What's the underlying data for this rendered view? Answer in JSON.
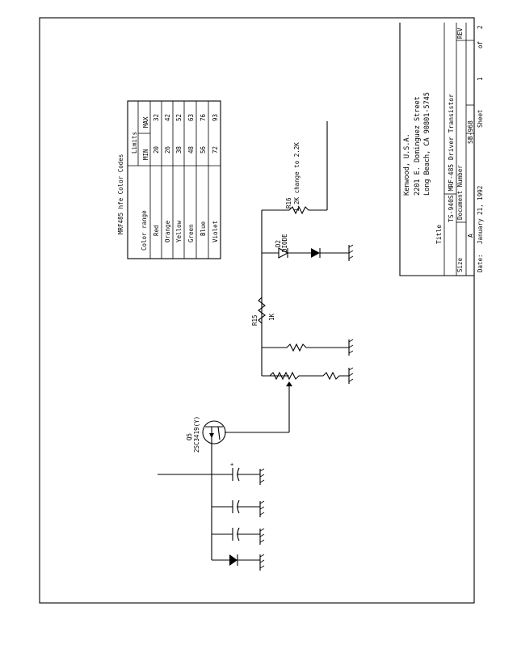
{
  "schematic": {
    "transistor": {
      "ref": "Q5",
      "part": "2SC3419(Y)"
    },
    "resistor_r15_lower": {
      "ref": "R15",
      "value": "1K"
    },
    "resistor_r16": {
      "ref": "R16",
      "note": "1.2K change to 2.2K"
    },
    "diode": {
      "ref": "D2",
      "part": "DIODE"
    }
  },
  "color_table": {
    "title": "MRF485 hfe Color Codes",
    "header_color": "Color range",
    "header_limits": "Limits",
    "header_min": "MIN",
    "header_max": "MAX",
    "rows": [
      {
        "color": "Red",
        "min": "20",
        "max": "32"
      },
      {
        "color": "Orange",
        "min": "26",
        "max": "42"
      },
      {
        "color": "Yellow",
        "min": "38",
        "max": "52"
      },
      {
        "color": "Green",
        "min": "48",
        "max": "63"
      },
      {
        "color": "Blue",
        "min": "56",
        "max": "76"
      },
      {
        "color": "Violet",
        "min": "72",
        "max": "93"
      }
    ]
  },
  "title_block": {
    "company": "Kenwood, U.S.A.",
    "address1": "2201 E. Dominguez Street",
    "address2": "Long Beach, CA 90801-5745",
    "title_label": "Title",
    "title": "TS-940S MRF-485 Driver Transistor",
    "size_label": "Size",
    "size": "A",
    "docnum_label": "Document Number",
    "docnum": "SB-968",
    "rev_label": "REV",
    "date_label": "Date:",
    "date": "January 21, 1992",
    "sheet_label": "Sheet",
    "sheet": "1",
    "of": "of",
    "total": "2"
  }
}
